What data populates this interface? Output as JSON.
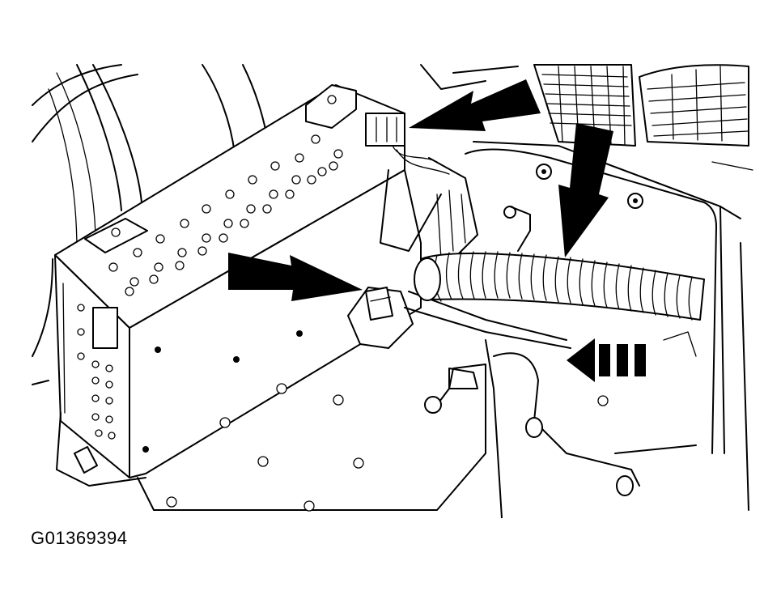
{
  "figure": {
    "id_label": "G01369394"
  },
  "colors": {
    "line": "#000000",
    "background": "#ffffff"
  },
  "callouts": [
    {
      "name": "top-connector-arrow",
      "style": "solid"
    },
    {
      "name": "vertical-arrow",
      "style": "solid"
    },
    {
      "name": "side-connector-arrow",
      "style": "solid"
    },
    {
      "name": "harness-direction-arrow",
      "style": "dashed"
    }
  ]
}
